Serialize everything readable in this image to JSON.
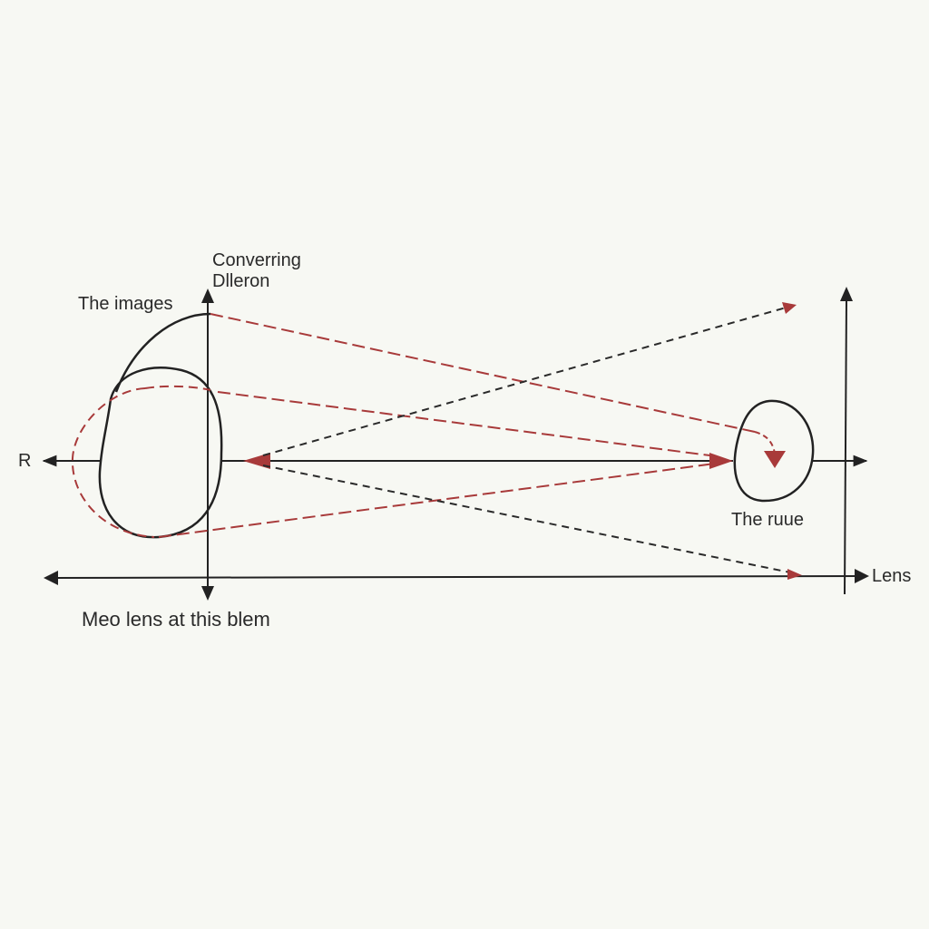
{
  "labels": {
    "top_line1": "Converring",
    "top_line2": "Dlleron",
    "images": "The images",
    "axis_left": "R",
    "object": "The ruue",
    "lens": "Lens",
    "bottom": "Meo lens at this blem"
  },
  "colors": {
    "background": "#f7f8f3",
    "ink": "#222222",
    "ray_red": "#a83a3a",
    "ray_dark": "#2a2a2a"
  }
}
